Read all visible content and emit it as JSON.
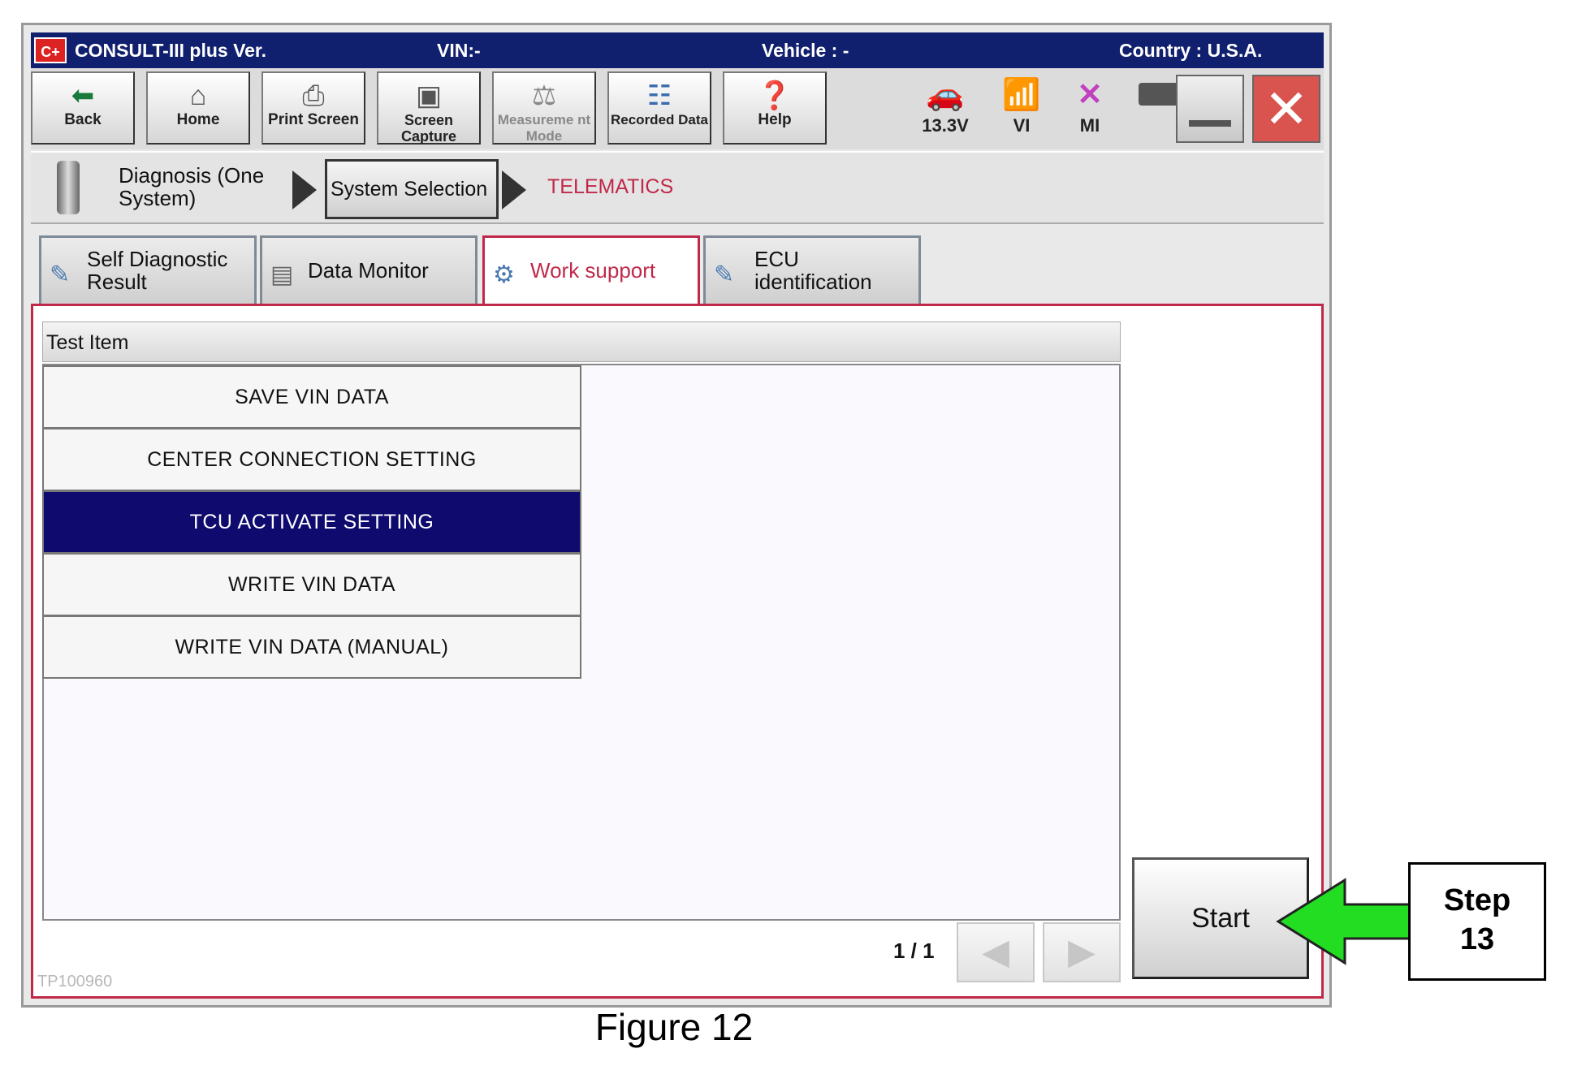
{
  "titlebar": {
    "logo": "C+",
    "app": "CONSULT-III plus  Ver.",
    "vin": "VIN:-",
    "vehicle": "Vehicle : -",
    "country": "Country : U.S.A."
  },
  "toolbar": {
    "back": "Back",
    "home": "Home",
    "print": "Print Screen",
    "capture": "Screen Capture",
    "measurement": "Measureme nt Mode",
    "recorded": "Recorded Data",
    "help": "Help"
  },
  "status": {
    "voltage": "13.3V",
    "vi": "VI",
    "mi": "MI"
  },
  "breadcrumb": {
    "step1": "Diagnosis (One System)",
    "step2": "System Selection",
    "step3": "TELEMATICS"
  },
  "tabs": {
    "self_diag": "Self Diagnostic Result",
    "data_monitor": "Data Monitor",
    "work_support": "Work support",
    "ecu_id": "ECU identification"
  },
  "list": {
    "header": "Test Item",
    "items": [
      "SAVE VIN DATA",
      "CENTER CONNECTION SETTING",
      "TCU ACTIVATE SETTING",
      "WRITE VIN DATA",
      "WRITE VIN DATA (MANUAL)"
    ],
    "selected_index": 2
  },
  "pagination": {
    "page": "1 / 1"
  },
  "start_label": "Start",
  "tp_code": "TP100960",
  "annotation": {
    "line1": "Step",
    "line2": "13"
  },
  "caption": "Figure 12",
  "colors": {
    "titlebar": "#11206e",
    "selected_row": "#0f0a6e",
    "active_tab": "#c0284a",
    "arrow": "#22dd22"
  }
}
